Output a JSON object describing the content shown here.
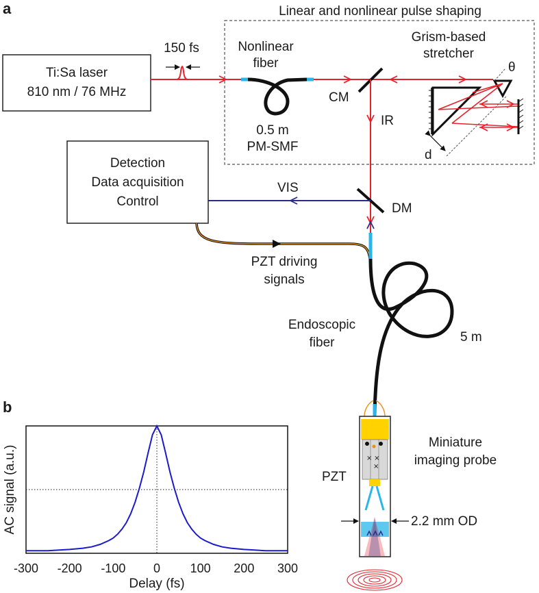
{
  "panel_a": {
    "letter": "a",
    "shaping_title": "Linear and nonlinear pulse shaping",
    "laser": {
      "line1": "Ti:Sa laser",
      "line2": "810 nm / 76 MHz"
    },
    "pulse_width": "150 fs",
    "nonlinear_fiber": {
      "line1": "Nonlinear",
      "line2": "fiber",
      "length": "0.5 m",
      "type": "PM-SMF"
    },
    "stretcher": {
      "line1": "Grism-based",
      "line2": "stretcher",
      "theta": "θ",
      "d": "d"
    },
    "cm": "CM",
    "ir": "IR",
    "detection": {
      "line1": "Detection",
      "line2": "Data acquisition",
      "line3": "Control"
    },
    "vis": "VIS",
    "dm": "DM",
    "pzt_signals": {
      "line1": "PZT driving",
      "line2": "signals"
    },
    "endoscopic_fiber": {
      "line1": "Endoscopic",
      "line2": "fiber",
      "length": "5 m"
    },
    "probe": {
      "pzt": "PZT",
      "line1": "Miniature",
      "line2": "imaging probe",
      "od": "2.2 mm OD"
    },
    "colors": {
      "ir_beam": "#e8202a",
      "vis_beam": "#2b2a8c",
      "fiber_tip": "#29b6e8",
      "pzt_wire": "#e8901a",
      "yellow": "#ffd200"
    }
  },
  "panel_b": {
    "letter": "b",
    "chart_data": {
      "type": "line",
      "xlabel": "Delay (fs)",
      "ylabel": "AC signal (a.u.)",
      "xlim": [
        -300,
        300
      ],
      "ylim": [
        0,
        1
      ],
      "x_ticks": [
        -300,
        -200,
        -100,
        0,
        100,
        200,
        300
      ],
      "grid": true,
      "series": [
        {
          "color": "#1a1acc",
          "x": [
            -300,
            -250,
            -200,
            -170,
            -150,
            -130,
            -110,
            -100,
            -90,
            -80,
            -70,
            -60,
            -50,
            -40,
            -30,
            -20,
            -10,
            0,
            10,
            20,
            30,
            40,
            50,
            60,
            70,
            80,
            90,
            100,
            110,
            130,
            150,
            170,
            200,
            250,
            300
          ],
          "y": [
            0.02,
            0.02,
            0.03,
            0.04,
            0.05,
            0.07,
            0.1,
            0.12,
            0.15,
            0.19,
            0.24,
            0.31,
            0.4,
            0.51,
            0.64,
            0.79,
            0.93,
            1.0,
            0.93,
            0.79,
            0.64,
            0.51,
            0.4,
            0.31,
            0.24,
            0.19,
            0.15,
            0.12,
            0.1,
            0.07,
            0.05,
            0.04,
            0.03,
            0.02,
            0.02
          ]
        }
      ]
    }
  }
}
